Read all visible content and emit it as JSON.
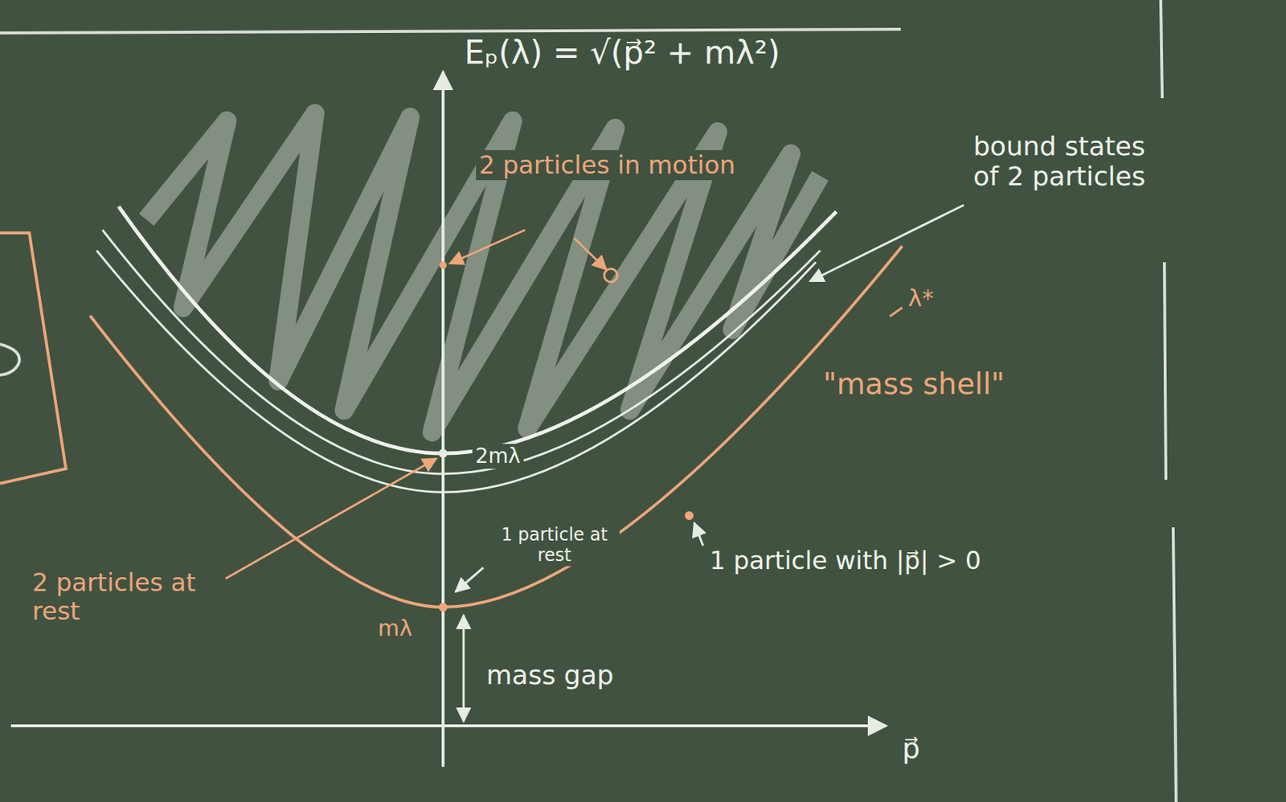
{
  "diagram": {
    "labels": [
      "Eₚ(λ) = √(p⃗² + mλ²)",
      "2 particles in motion",
      "bound states of 2 particles",
      "λ*",
      "\"mass shell\"",
      "2mλ",
      "1 particle at rest",
      "1 particle with |p⃗| > 0",
      "2 particles at rest",
      "mλ",
      "mass gap",
      "p⃗"
    ]
  }
}
